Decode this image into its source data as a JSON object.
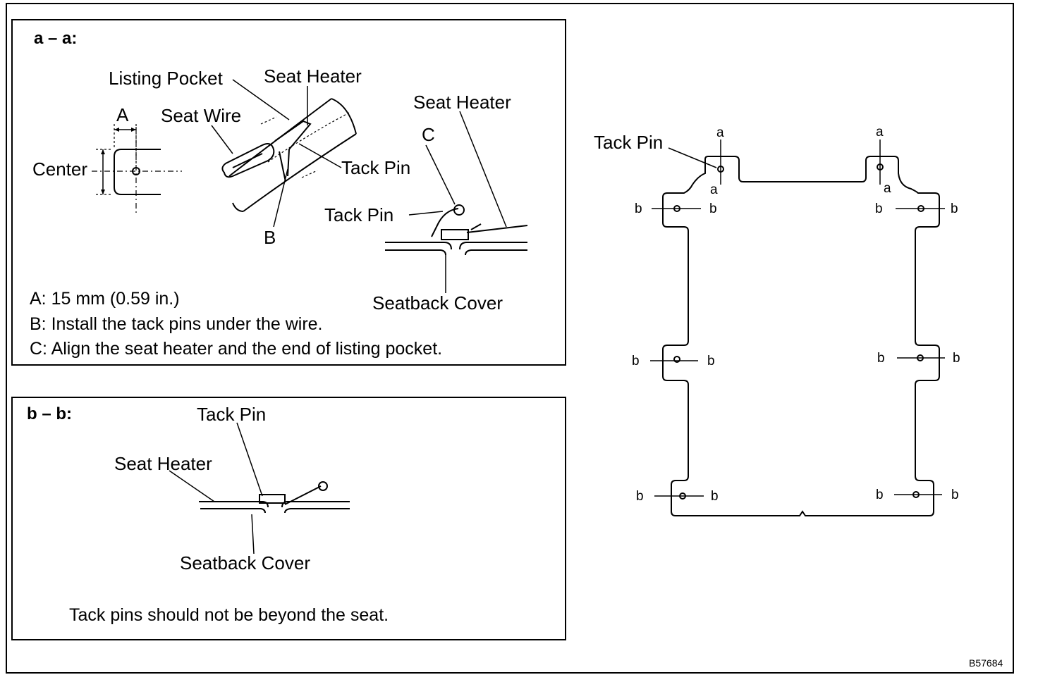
{
  "panel_aa": {
    "header": "a – a:",
    "labels": {
      "listing_pocket": "Listing Pocket",
      "seat_heater_1": "Seat Heater",
      "seat_heater_2": "Seat Heater",
      "dim_a": "A",
      "seat_wire": "Seat Wire",
      "center": "Center",
      "tack_pin_1": "Tack Pin",
      "tack_pin_2": "Tack Pin",
      "callout_b": "B",
      "callout_c": "C",
      "seatback_cover": "Seatback Cover"
    },
    "notes": [
      "A: 15 mm (0.59 in.)",
      "B: Install the tack pins under the wire.",
      "C: Align the seat heater and the end of listing pocket."
    ]
  },
  "panel_bb": {
    "header": "b – b:",
    "labels": {
      "tack_pin": "Tack Pin",
      "seat_heater": "Seat Heater",
      "seatback_cover": "Seatback Cover"
    },
    "note": "Tack pins should not be beyond the seat."
  },
  "layout_diagram": {
    "tack_pin_label": "Tack Pin",
    "marker_a": "a",
    "marker_b": "b"
  },
  "figure_code": "B57684"
}
